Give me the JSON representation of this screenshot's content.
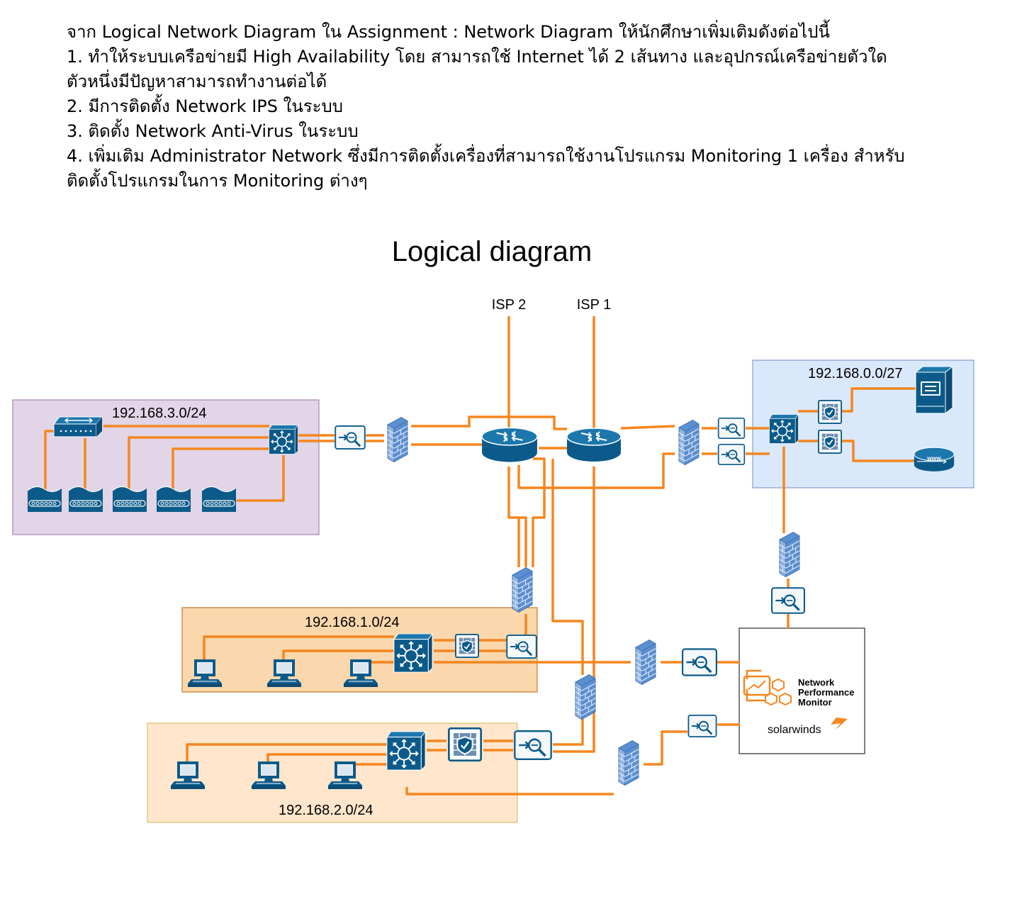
{
  "instructions": {
    "intro": "จาก Logical Network Diagram ใน Assignment : Network Diagram ให้นักศึกษาเพิ่มเติมดังต่อไปนี้",
    "item1_line1": "1. ทำให้ระบบเครือข่ายมี High Availability โดย สามารถใช้ Internet ได้ 2 เส้นทาง และอุปกรณ์เครือข่ายตัวใด",
    "item1_line2": "ตัวหนึ่งมีปัญหาสามารถทำงานต่อได้",
    "item2": "2. มีการติดตั้ง Network IPS ในระบบ",
    "item3": "3. ติดตั้ง Network Anti-Virus ในระบบ",
    "item4_line1": "4. เพิ่มเติม Administrator Network ซึ่งมีการติดตั้งเครื่องที่สามารถใช้งานโปรแกรม Monitoring 1 เครื่อง สำหรับ",
    "item4_line2": "ติดตั้งโปรแกรมในการ Monitoring ต่างๆ"
  },
  "diagram": {
    "title": "Logical diagram",
    "isp2": "ISP 2",
    "isp1": "ISP 1",
    "subnet_3": "192.168.3.0/24",
    "subnet_0": "192.168.0.0/27",
    "subnet_1": "192.168.1.0/24",
    "subnet_2": "192.168.2.0/24",
    "monitor_name_1": "Network",
    "monitor_name_2": "Performance",
    "monitor_name_3": "Monitor",
    "monitor_brand": "solarwinds"
  },
  "colors": {
    "link": "#f5861f",
    "device_blue": "#0b5a8a",
    "zone_purple": "#e1d5e7",
    "zone_blue": "#dae8fc",
    "zone_orange": "#fad7ac",
    "zone_light_orange": "#ffe6cc"
  },
  "icons": [
    "router-icon",
    "firewall-icon",
    "l3-switch-icon",
    "hub-icon",
    "wireless-ap-icon",
    "server-icon",
    "web-server-icon",
    "ips-icon",
    "antivirus-icon",
    "workstation-icon",
    "nms-icon"
  ]
}
